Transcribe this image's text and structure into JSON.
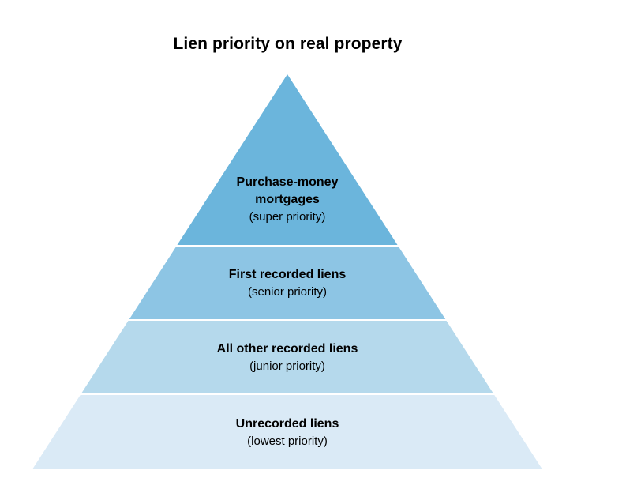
{
  "title": "Lien priority on real property",
  "tiers": [
    {
      "name_lines": [
        "Purchase-money",
        "mortgages"
      ],
      "priority": "(super priority)",
      "color": "#6bb5dc"
    },
    {
      "name_lines": [
        "First recorded liens"
      ],
      "priority": "(senior priority)",
      "color": "#8dc5e4"
    },
    {
      "name_lines": [
        "All other recorded liens"
      ],
      "priority": "(junior priority)",
      "color": "#b5d9ec"
    },
    {
      "name_lines": [
        "Unrecorded liens"
      ],
      "priority": "(lowest priority)",
      "color": "#daeaf6"
    }
  ]
}
